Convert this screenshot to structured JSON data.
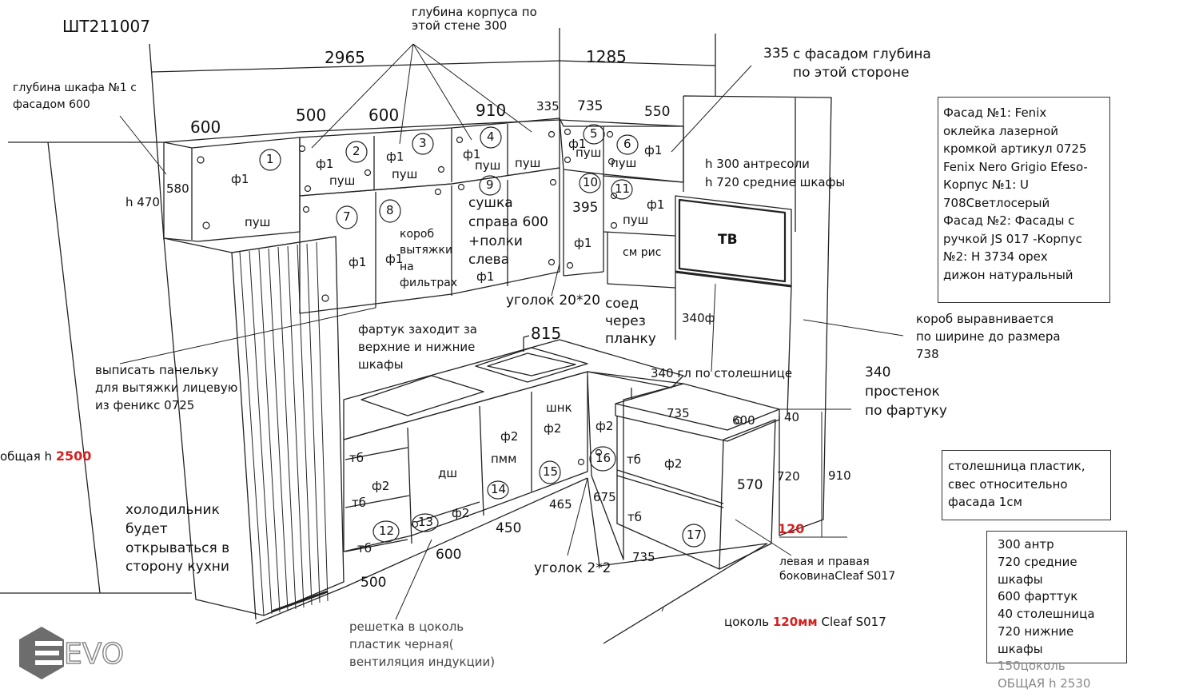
{
  "title": "ШТ211007",
  "dims": {
    "total_left": "2965",
    "total_right": "1285",
    "w600_top": "600",
    "w500_top": "500",
    "w600b_top": "600",
    "w910_top": "910",
    "w335_top": "335",
    "w735_top": "735",
    "w550_top": "550",
    "h580": "580",
    "h470": "h 470",
    "d395": "395",
    "d815": "815",
    "d340f": "340ф",
    "d735_mid": "735",
    "d600_mid": "600",
    "d40": "40",
    "d720": "720",
    "d910": "910",
    "d570": "570",
    "d120": "120",
    "d465": "465",
    "d675": "675",
    "d450": "450",
    "d600_bot": "600",
    "d500_bot": "500",
    "d735_bot": "735",
    "d335_right": "335"
  },
  "notes": {
    "depth_top": "глубина корпуса по\nэтой стене 300",
    "depth_right": "с фасадом глубина\nпо этой стороне",
    "depth_left": "глубина шкафа №1 с\nфасадом 600",
    "antresol": "h 300 антресоли\nh 720 средние шкафы",
    "dryer": "сушка\nсправа 600\n+полки\nслева",
    "hood": "короб\nвытяжки\nна\nфильтрах",
    "corner": "уголок 20*20",
    "joint": "соед\nчерез\nпланку",
    "apron": "фартук заходит за\nверхние и нижние\nшкафы",
    "panel": "выписать панельку\nдля вытяжки лицевую\nиз феникс 0725",
    "total_h_label": "общая h",
    "total_h_value": "2500",
    "fridge": "холодильник\nбудет\nоткрываться в\nсторону кухни",
    "grille": "решетка в цоколь\nпластик черная(\nвентиляция индукции)",
    "corner2": "уголок 2*2",
    "sides": "левая и правая\nбоковинаCleaf      S017",
    "plinth_a": "цоколь",
    "plinth_b": "120мм",
    "plinth_c": "Cleaf      S017",
    "wall340": "340\nпростенок\nпо фартуку",
    "box738": "короб выравнивается\nпо ширине до размера\n738",
    "gl340": "340 гл по столешнице",
    "tv": "ТВ",
    "microwave": "см рис",
    "shnk": "шнк",
    "dw": "дш",
    "pmm": "пмм"
  },
  "labels": {
    "f1": "ф1",
    "f2": "ф2",
    "push": "пуш",
    "tb": "тб"
  },
  "circles": [
    "1",
    "2",
    "3",
    "4",
    "5",
    "6",
    "7",
    "8",
    "9",
    "10",
    "11",
    "12",
    "13",
    "14",
    "15",
    "16",
    "17"
  ],
  "box_materials": "Фасад №1: Fenix\nоклейка лазерной\nкромкой артикул 0725\nFenix Nero Grigio Efeso-\nКорпус №1: U\n708Светлосерый\nФасад №2: Фасады с\nручкой JS 017 -Корпус\n№2: H 3734 орех\nдижон натуральный",
  "box_countertop": "столешница пластик,\nсвес относительно\nфасада 1см",
  "box_heights": [
    "300 антр",
    "720 средние шкафы",
    "600 фарттук",
    "40 столешница",
    "720 нижние шкафы",
    "150цоколь",
    "ОБЩАЯ h 2530"
  ],
  "logo_text": "EVO",
  "colors": {
    "line": "#222222",
    "red": "#d42020",
    "logo": "#6d6d6d"
  }
}
